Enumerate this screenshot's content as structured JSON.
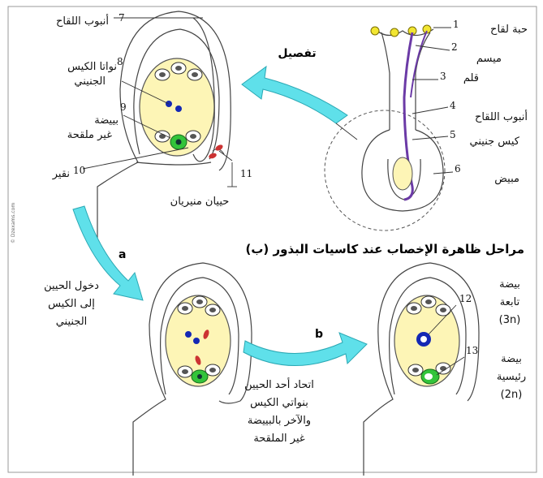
{
  "title": "(ب) مراحل ظاهرة الإخصاب عند كاسيات البذور",
  "detail_label": "تفصيل",
  "arrow_labels": {
    "a": "a",
    "b": "b"
  },
  "flower_labels": [
    {
      "num": "1",
      "text": "حبة لقاح"
    },
    {
      "num": "2",
      "text": "ميسم"
    },
    {
      "num": "3",
      "text": "قلم"
    },
    {
      "num": "4",
      "text": "أنبوب اللقاح"
    },
    {
      "num": "5",
      "text": "كيس جنيني"
    },
    {
      "num": "6",
      "text": "مبيض"
    }
  ],
  "ovule_labels": [
    {
      "num": "7",
      "text": "أنبوب اللقاح"
    },
    {
      "num": "8",
      "text_lines": [
        "نواتا الكيس",
        "الجنيني"
      ]
    },
    {
      "num": "9",
      "text_lines": [
        "بييضة",
        "غير ملقحة"
      ]
    },
    {
      "num": "10",
      "text": "نقير"
    },
    {
      "num": "11",
      "text": "حييان منيريان"
    }
  ],
  "stage_a_label": [
    "دخول الحيين",
    "إلى الكيس",
    "الجنيني"
  ],
  "stage_b_label": [
    "اتحاد أحد الحيين",
    "بنواتي الكيس",
    "والآخر بالبييضة",
    "غير الملقحة"
  ],
  "result_labels": [
    {
      "num": "12",
      "text_lines": [
        "بيضة",
        "تابعة",
        "(3n)"
      ]
    },
    {
      "num": "13",
      "text_lines": [
        "بيضة",
        "رئيسية",
        "(2n)"
      ]
    }
  ],
  "watermark": "© Dzexams.com",
  "colors": {
    "sac": "#fdf5b6",
    "arrow": "#5fe0ea",
    "nucleus": "#1428b4",
    "egg": "#33c43a",
    "sperm": "#cc3333",
    "stain": "#6b3aa6",
    "pollen": "#f2e632"
  }
}
